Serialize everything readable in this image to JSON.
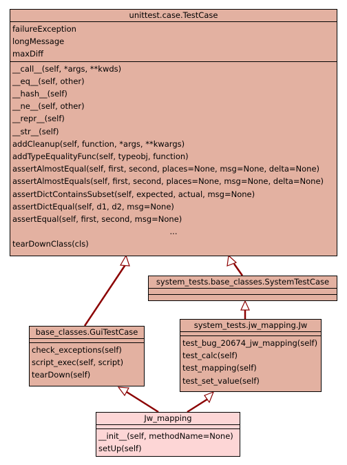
{
  "diagram": {
    "testcase": {
      "name": "unittest.case.TestCase",
      "attributes": [
        "failureException",
        "longMessage",
        "maxDiff"
      ],
      "methods": [
        "__call__(self, *args, **kwds)",
        "__eq__(self, other)",
        "__hash__(self)",
        "__ne__(self, other)",
        "__repr__(self)",
        "__str__(self)",
        "addCleanup(self, function, *args, **kwargs)",
        "addTypeEqualityFunc(self, typeobj, function)",
        "assertAlmostEqual(self, first, second, places=None, msg=None, delta=None)",
        "assertAlmostEquals(self, first, second, places=None, msg=None, delta=None)",
        "assertDictContainsSubset(self, expected, actual, msg=None)",
        "assertDictEqual(self, d1, d2, msg=None)",
        "assertEqual(self, first, second, msg=None)",
        "...",
        "tearDownClass(cls)"
      ]
    },
    "systemtestcase": {
      "name": "system_tests.base_classes.SystemTestCase"
    },
    "guitestcase": {
      "name": "base_classes.GuiTestCase",
      "methods": [
        "check_exceptions(self)",
        "script_exec(self, script)",
        "tearDown(self)"
      ]
    },
    "jw": {
      "name": "system_tests.jw_mapping.Jw",
      "methods": [
        "test_bug_20674_jw_mapping(self)",
        "test_calc(self)",
        "test_mapping(self)",
        "test_set_value(self)"
      ]
    },
    "jw_mapping": {
      "name": "Jw_mapping",
      "methods": [
        "__init__(self, methodName=None)",
        "setUp(self)"
      ]
    }
  },
  "colors": {
    "parent_fill": "#e3b1a1",
    "focus_fill": "#fdd6d6",
    "edge": "#8b0000"
  }
}
